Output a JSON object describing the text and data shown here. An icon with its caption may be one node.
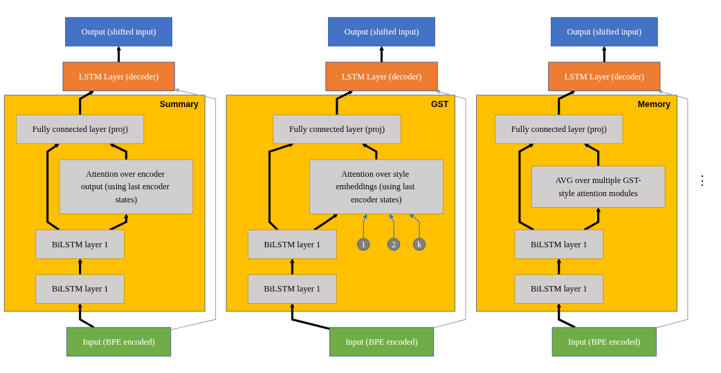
{
  "diagram": {
    "nodes": [
      {
        "text": [
          "Output (shifted input)"
        ]
      },
      {
        "text": [
          "LSTM Layer (decoder)"
        ]
      },
      {
        "text": [
          "Summary"
        ]
      },
      {
        "text": [
          "Fully connected layer (proj)"
        ],
        "in": 2
      },
      {
        "text": [
          "Attention over encoder output (using last encoder states)"
        ],
        "in": 2
      },
      {
        "text": [
          "BiLSTM layer 1"
        ],
        "in": 2
      },
      {
        "text": [
          "BiLSTM layer 1"
        ],
        "in": 2
      },
      {
        "text": [
          "Input (BPE encoded)"
        ]
      },
      {
        "text": [
          "Output (shifted input)"
        ]
      },
      {
        "text": [
          "LSTM Layer (decoder)"
        ]
      },
      {
        "text": [
          "GST"
        ]
      },
      {
        "text": [
          "Fully connected layer (proj)"
        ],
        "in": 10
      },
      {
        "text": [
          "Attention over style embeddings (using last encoder states)"
        ],
        "in": 10
      },
      {
        "text": [
          "1"
        ],
        "in": 10
      },
      {
        "text": [
          "2"
        ],
        "in": 10
      },
      {
        "text": [
          "k"
        ],
        "in": 10
      },
      {
        "text": [
          "BiLSTM layer 1"
        ],
        "in": 10
      },
      {
        "text": [
          "BiLSTM layer 1"
        ],
        "in": 10
      },
      {
        "text": [
          "Input (BPE encoded)"
        ]
      },
      {
        "text": [
          "Output (shifted input)"
        ]
      },
      {
        "text": [
          "LSTM Layer (decoder)"
        ]
      },
      {
        "text": [
          "Memory"
        ]
      },
      {
        "text": [
          "Fully connected layer (proj)"
        ],
        "in": 21
      },
      {
        "text": [
          "AVG over multiple GST-style attention modules"
        ],
        "in": 21
      },
      {
        "text": [
          "BiLSTM layer 1"
        ],
        "in": 21
      },
      {
        "text": [
          "BiLSTM layer 1"
        ],
        "in": 21
      },
      {
        "text": [
          "Input (BPE encoded)"
        ]
      }
    ],
    "edges": [
      {
        "from": 7,
        "to": 6,
        "arrow": "to"
      },
      {
        "from": 6,
        "to": 5,
        "arrow": "to"
      },
      {
        "from": 5,
        "to": 4,
        "arrow": "to"
      },
      {
        "from": 5,
        "to": 3,
        "arrow": "to"
      },
      {
        "from": 4,
        "to": 3,
        "arrow": "to"
      },
      {
        "from": 3,
        "to": 1,
        "arrow": "to"
      },
      {
        "from": 1,
        "to": 0,
        "arrow": "to"
      },
      {
        "from": 7,
        "to": 1,
        "arrow": "to",
        "color": "#a6a6a6"
      },
      {
        "from": 18,
        "to": 17,
        "arrow": "to"
      },
      {
        "from": 17,
        "to": 16,
        "arrow": "to"
      },
      {
        "from": 16,
        "to": 12,
        "arrow": "to"
      },
      {
        "from": 16,
        "to": 11,
        "arrow": "to"
      },
      {
        "from": 12,
        "to": 11,
        "arrow": "to"
      },
      {
        "from": 13,
        "to": 12,
        "arrow": "to",
        "color": "#4472c4"
      },
      {
        "from": 14,
        "to": 12,
        "arrow": "to",
        "color": "#4472c4"
      },
      {
        "from": 15,
        "to": 12,
        "arrow": "to",
        "color": "#4472c4"
      },
      {
        "from": 11,
        "to": 9,
        "arrow": "to"
      },
      {
        "from": 9,
        "to": 8,
        "arrow": "to"
      },
      {
        "from": 18,
        "to": 9,
        "arrow": "to",
        "color": "#a6a6a6"
      },
      {
        "from": 26,
        "to": 25,
        "arrow": "to"
      },
      {
        "from": 25,
        "to": 24,
        "arrow": "to"
      },
      {
        "from": 24,
        "to": 23,
        "arrow": "to"
      },
      {
        "from": 24,
        "to": 22,
        "arrow": "to"
      },
      {
        "from": 23,
        "to": 22,
        "arrow": "to"
      },
      {
        "from": 22,
        "to": 20,
        "arrow": "to"
      },
      {
        "from": 20,
        "to": 19,
        "arrow": "to"
      },
      {
        "from": 26,
        "to": 20,
        "arrow": "to",
        "color": "#a6a6a6"
      }
    ],
    "labels": [
      "⋮"
    ]
  }
}
